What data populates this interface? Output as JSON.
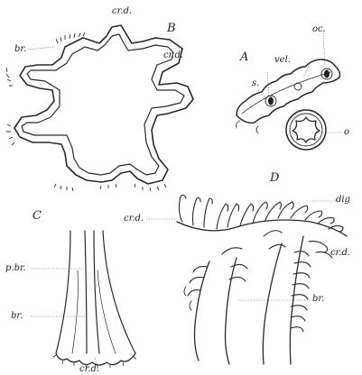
{
  "panels": {
    "A": {
      "letter": "A",
      "labels": {
        "vel": "vel.",
        "oc": "oc.",
        "s": "s.",
        "o": "o"
      }
    },
    "B": {
      "letter": "B",
      "labels": {
        "crd_top": "cr.d.",
        "crd_right": "cr.d.",
        "br": "br."
      }
    },
    "C": {
      "letter": "C",
      "labels": {
        "pbr": "p.br.",
        "br": "br.",
        "crd": "cr.d."
      }
    },
    "D": {
      "letter": "D",
      "labels": {
        "crd_left": "cr.d.",
        "dig": "dig",
        "crd_right": "cr.d.",
        "br": "br."
      }
    }
  }
}
